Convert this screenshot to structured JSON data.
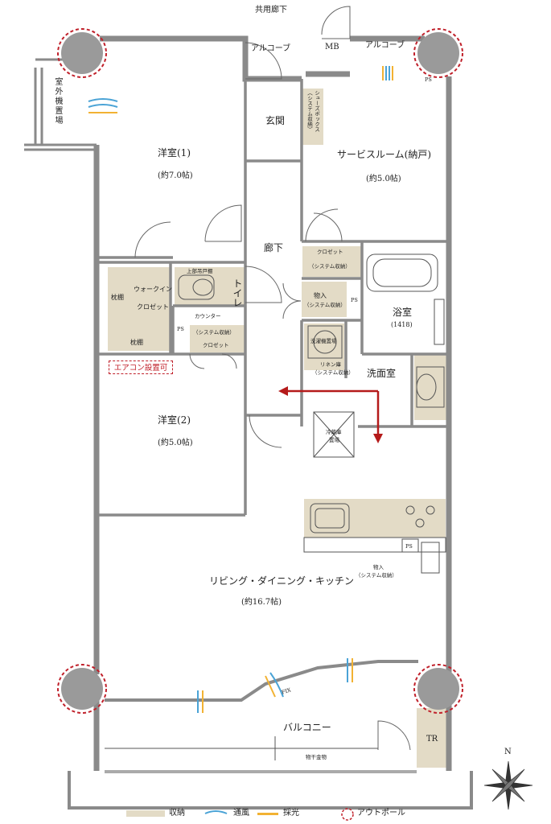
{
  "colors": {
    "wall": "#8a8a8a",
    "storage": "#e3dbc6",
    "outpole": "#c0202a",
    "arrow": "#b51a1a",
    "wind": "#4aa3d6",
    "light": "#f2b233"
  },
  "labels": {
    "common_corridor": "共用廊下",
    "alcove_left": "アルコーブ",
    "alcove_right": "アルコーブ",
    "mb": "MB",
    "ps_top": "PS",
    "outdoor_unit": "室外機置場",
    "shoe_box": "シューズボックス",
    "shoe_box_sub": "（システム収納）",
    "entrance": "玄関",
    "western1": "洋室(1)",
    "western1_size": "(約7.0帖)",
    "service_room": "サービスルーム(納戸)",
    "service_room_size": "(約5.0帖)",
    "closet1": "クロゼット",
    "closet1_sub": "（システム収納）",
    "hallway": "廊下",
    "walkin_closet": "ウォークイン",
    "walkin_closet2": "クロゼット",
    "pillow_shelf1": "枕棚",
    "pillow_shelf2": "枕棚",
    "upper_cabinet": "上部吊戸棚",
    "toilet": "トイレ",
    "counter": "カウンター",
    "ps_toilet": "PS",
    "storage_sys": "（システム収納）",
    "closet2": "クロゼット",
    "storage1": "物入",
    "storage1_sub": "（システム収納）",
    "ps_mid": "PS",
    "bathroom": "浴室",
    "bath_size": "(1418)",
    "washer": "洗濯機置場",
    "linen": "リネン庫",
    "linen_sub": "（システム収納）",
    "washroom": "洗面室",
    "aircon": "エアコン設置可",
    "western2": "洋室(2)",
    "western2_size": "(約5.0帖)",
    "fridge": "冷蔵庫",
    "fridge2": "置場",
    "ps_kitchen": "PS",
    "storage2": "物入",
    "storage2_sub": "（システム収納）",
    "ldk": "リビング・ダイニング・キッチン",
    "ldk_size": "(約16.7帖)",
    "fix": "FIX",
    "balcony": "バルコニー",
    "tr": "TR",
    "drying": "物干金物",
    "north": "N"
  },
  "legend": {
    "storage": "収納",
    "ventilation": "通風",
    "lighting": "採光",
    "outpole": "アウトポール"
  }
}
